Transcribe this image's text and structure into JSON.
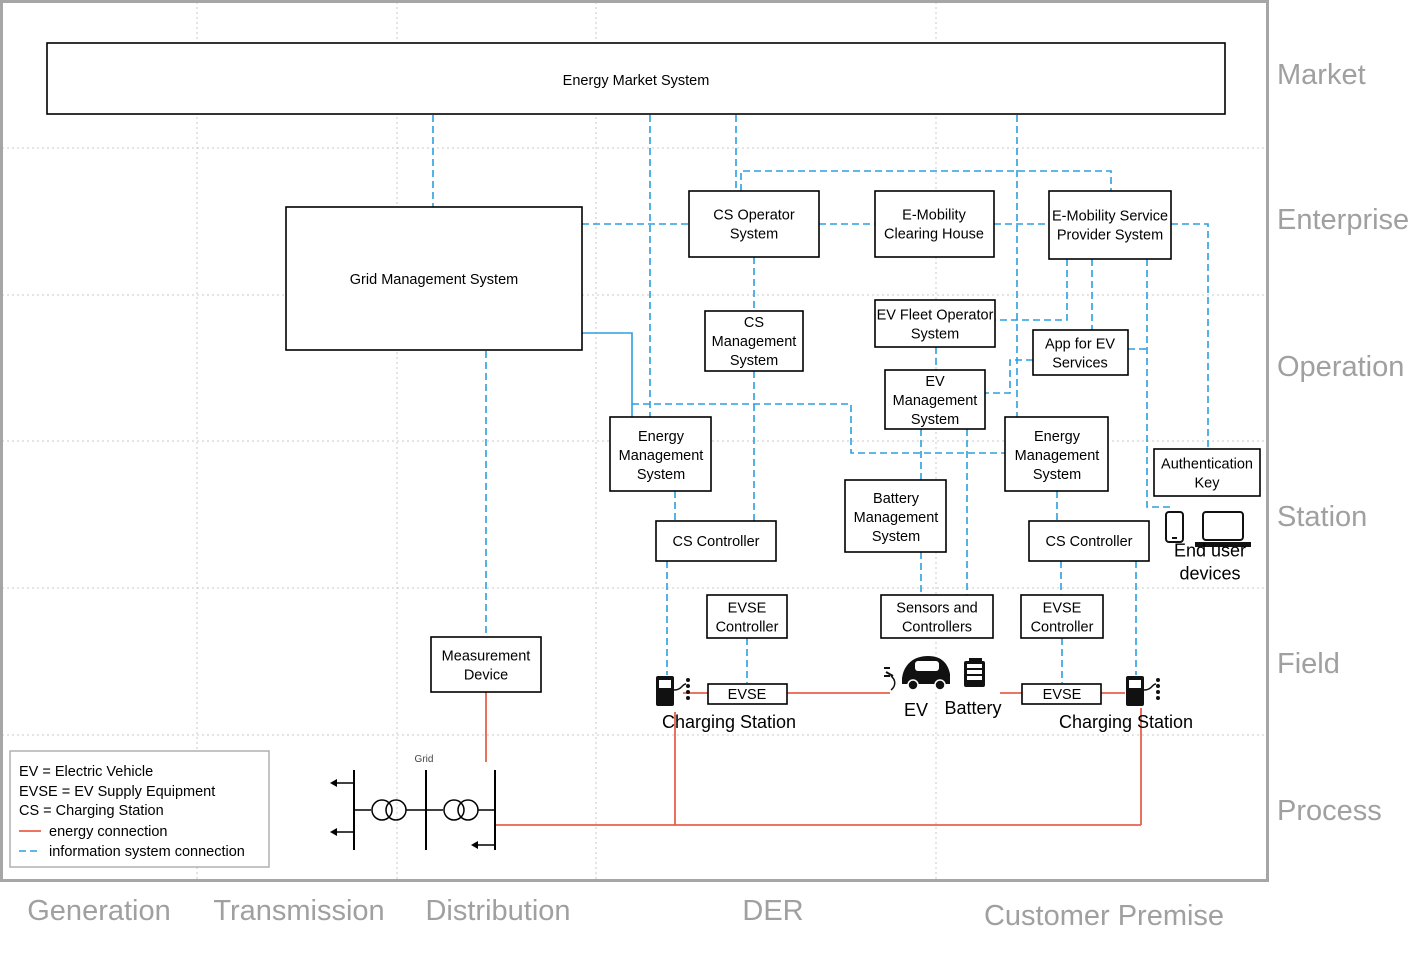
{
  "zones": [
    "Market",
    "Enterprise",
    "Operation",
    "Station",
    "Field",
    "Process"
  ],
  "domains": [
    "Generation",
    "Transmission",
    "Distribution",
    "DER",
    "Customer Premise"
  ],
  "components": {
    "energy_market_system": "Energy Market System",
    "grid_management_system": "Grid Management System",
    "cs_operator_system": "CS Operator System",
    "e_mobility_clearing_house": "E-Mobility Clearing House",
    "e_mobility_service_provider_system": "E-Mobility Service Provider System",
    "cs_management_system": "CS Management System",
    "ev_fleet_operator_system": "EV Fleet Operator System",
    "app_for_ev_services": "App for EV Services",
    "ev_management_system": "EV Management System",
    "energy_management_system_left": "Energy Management System",
    "energy_management_system_right": "Energy Management System",
    "authentication_key": "Authentication Key",
    "battery_management_system": "Battery Management System",
    "cs_controller_left": "CS Controller",
    "cs_controller_right": "CS Controller",
    "evse_controller_left": "EVSE Controller",
    "evse_controller_right": "EVSE Controller",
    "sensors_and_controllers": "Sensors and Controllers",
    "measurement_device": "Measurement Device",
    "evse_left": "EVSE",
    "evse_right": "EVSE"
  },
  "labels": {
    "charging_station_left": "Charging Station",
    "charging_station_right": "Charging Station",
    "ev": "EV",
    "battery": "Battery",
    "end_user_devices": "End user devices",
    "grid": "Grid"
  },
  "legend": {
    "items": [
      "EV = Electric Vehicle",
      "EVSE = EV Supply Equipment",
      "CS = Charging Station"
    ],
    "energy": "energy connection",
    "info": "information system connection"
  },
  "colors": {
    "energy": "#e8604c",
    "info": "#2b9fe0",
    "grid": "#c8c8c8",
    "frame": "#a6a6a6",
    "axis_text": "#a0a0a0"
  }
}
